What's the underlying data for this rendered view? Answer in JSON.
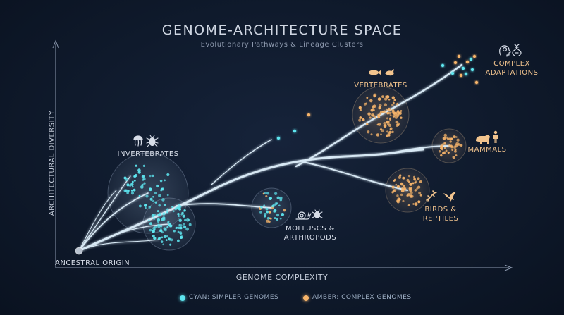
{
  "title": "GENOME-ARCHITECTURE SPACE",
  "subtitle": "Evolutionary Pathways & Lineage Clusters",
  "axes": {
    "x_label": "GENOME COMPLEXITY",
    "y_label": "ARCHITECTURAL DIVERSITY"
  },
  "nodes": {
    "origin": "ANCESTRAL ORIGIN",
    "invertebrates": "INVERTEBRATES",
    "molluscs": "MOLLUSCS &",
    "molluscs2": "ARTHROPODS",
    "vertebrates": "VERTEBRATES",
    "mammals": "MAMMALS",
    "birds": "BIRDS &",
    "birds2": "REPTILES",
    "complex": "COMPLEX",
    "complex2": "ADAPTATIONS"
  },
  "legend": {
    "cyan": "CYAN: SIMPLER GENOMES",
    "amber": "AMBER: COMPLEX GENOMES"
  },
  "colors": {
    "cyan": "#5ee6f0",
    "amber": "#f6b46a",
    "background": "#0f1a2c",
    "branch": "#cfe4f2"
  },
  "icons": [
    "jellyfish-icon",
    "beetle-icon",
    "snail-icon",
    "ant-icon",
    "fish-icon",
    "bird-icon",
    "bear-icon",
    "human-icon",
    "lizard-icon",
    "eagle-icon",
    "brain-head-icon",
    "dna-icon"
  ]
}
